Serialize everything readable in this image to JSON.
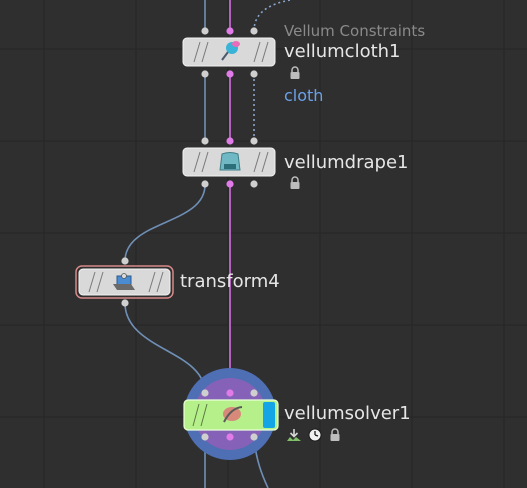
{
  "network": {
    "background_color": "#2f2f2f",
    "grid_color": "#262626",
    "wire_colors": {
      "geometry": "#6f8fb6",
      "constraint": "#d470e0",
      "dotted": "#8aa6cc"
    }
  },
  "nodes": [
    {
      "id": "vellumcloth1",
      "name": "vellumcloth1",
      "comment": "Vellum Constraints",
      "group": "cloth",
      "icon": "pin-icon",
      "locked": true,
      "color": "#d9d9d9"
    },
    {
      "id": "vellumdrape1",
      "name": "vellumdrape1",
      "icon": "drape-icon",
      "locked": true,
      "color": "#d9d9d9"
    },
    {
      "id": "transform4",
      "name": "transform4",
      "icon": "transform-icon",
      "selected": true,
      "color": "#d9d9d9"
    },
    {
      "id": "vellumsolver1",
      "name": "vellumsolver1",
      "icon": "solver-icon",
      "display_flag": true,
      "color": "#b6f08a",
      "badges": [
        "download-icon",
        "clock-icon",
        "lock-icon"
      ]
    }
  ]
}
